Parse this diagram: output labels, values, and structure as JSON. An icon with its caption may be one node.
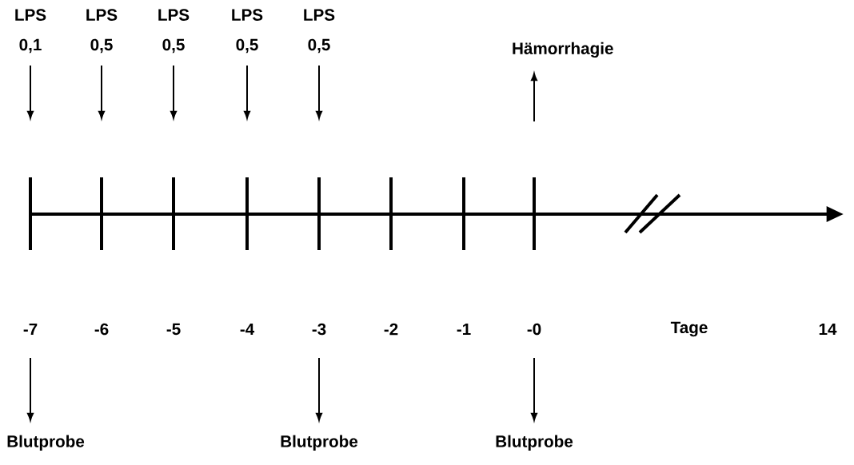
{
  "diagram": {
    "nodes": [
      {
        "text": [
          "LPS 0,1"
        ]
      },
      {
        "text": [
          "LPS 0,5"
        ]
      },
      {
        "text": [
          "LPS 0,5"
        ]
      },
      {
        "text": [
          "LPS 0,5"
        ]
      },
      {
        "text": [
          "LPS 0,5"
        ]
      },
      {
        "text": [
          "Hämorrhagie"
        ]
      },
      {
        "text": [
          "Blutprobe"
        ]
      },
      {
        "text": [
          "Blutprobe"
        ]
      },
      {
        "text": [
          "Blutprobe"
        ]
      }
    ],
    "edges": [
      {
        "from": 0,
        "to": null,
        "arrow": "to"
      },
      {
        "from": 1,
        "to": null,
        "arrow": "to"
      },
      {
        "from": 2,
        "to": null,
        "arrow": "to"
      },
      {
        "from": 3,
        "to": null,
        "arrow": "to"
      },
      {
        "from": 4,
        "to": null,
        "arrow": "to"
      },
      {
        "from": null,
        "to": 5,
        "arrow": "to"
      },
      {
        "from": null,
        "to": 6,
        "arrow": "to"
      },
      {
        "from": null,
        "to": 7,
        "arrow": "to"
      },
      {
        "from": null,
        "to": 8,
        "arrow": "to"
      }
    ],
    "labels": [
      "-7",
      "-6",
      "-5",
      "-4",
      "-3",
      "-2",
      "-1",
      "-0",
      "Tage",
      "14"
    ]
  }
}
